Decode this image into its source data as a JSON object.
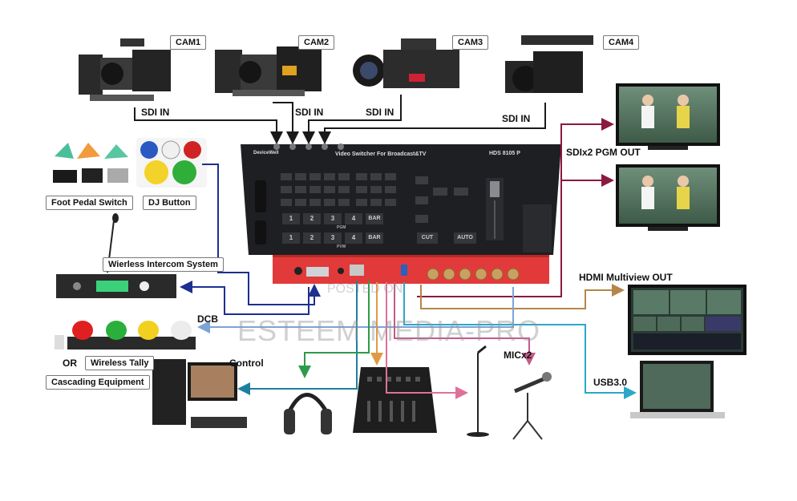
{
  "labels": {
    "cam1": "CAM1",
    "cam2": "CAM2",
    "cam3": "CAM3",
    "cam4": "CAM4",
    "sdi_in": "SDI IN",
    "sdi_pgm_out": "SDIx2 PGM OUT",
    "foot_pedal": "Foot Pedal Switch",
    "dj_button": "DJ Button",
    "intercom": "Wierless Intercom System",
    "dcb": "DCB",
    "or": "OR",
    "wireless_tally": "Wireless Tally",
    "cascading": "Cascading Equipment",
    "control": "Control",
    "hdmi_multiview": "HDMI Multiview OUT",
    "mic": "MICx2",
    "usb": "USB3.0"
  },
  "device": {
    "brand": "DeviceWell",
    "title": "Video Switcher For Broadcast&TV",
    "model": "HDS 8105 P",
    "buttons_top": [
      "1",
      "2",
      "3",
      "4",
      "BAR"
    ],
    "buttons_bottom": [
      "1",
      "2",
      "3",
      "4",
      "BAR"
    ],
    "cut_label": "CUT",
    "auto_label": "AUTO",
    "pgm_label": "PGM",
    "pvw_label": "PVW"
  },
  "watermark": {
    "line1": "POSTED ON",
    "line2": "ESTEEM MEDIA-PRO"
  },
  "colors": {
    "sdi_line": "#1a1a1a",
    "pgm_line": "#8b1a3e",
    "hdmi_line": "#b5864a",
    "intercom_line": "#1d2f8f",
    "dcb_line": "#7ea3d6",
    "control_line": "#1d7fa0",
    "headphone_line": "#2e9a4a",
    "mixer_line": "#e09a45",
    "mic_line1": "#e0709a",
    "mic_line2": "#c45a8a",
    "usb_line": "#2ba8c8",
    "device_red": "#e23a3a",
    "device_black": "#1e1f22"
  }
}
